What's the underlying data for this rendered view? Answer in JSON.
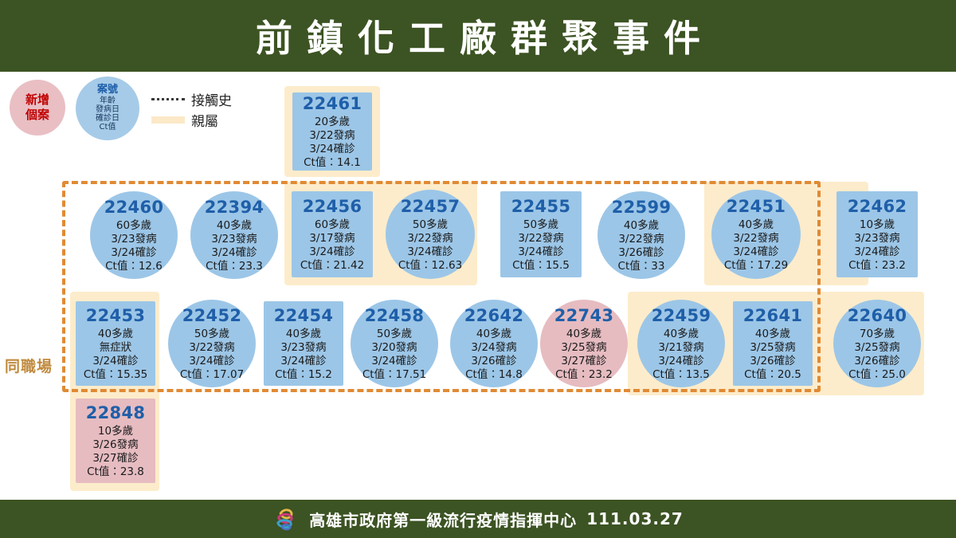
{
  "header": {
    "title": "前鎮化工廠群聚事件",
    "bg_color": "#3c5323"
  },
  "footer": {
    "org": "高雄市政府第一級流行疫情指揮中心",
    "date": "111.03.27",
    "logo": "kaohsiung-city-logo"
  },
  "legend": {
    "new_case": {
      "line1": "新增",
      "line2": "個案",
      "color": "#e9bfc4"
    },
    "case_key": {
      "id": "案號",
      "age": "年齡",
      "onset": "發病日",
      "confirm": "確診日",
      "ct": "Ct值",
      "color": "#a6cbe8"
    },
    "contact_history": "接觸史",
    "relative": "親屬",
    "relative_color": "#fce9c8",
    "contact_color": "#3a3a3a"
  },
  "groups": {
    "workplace_label": "同職場",
    "workplace_border_color": "#e08a34"
  },
  "colors": {
    "blue_case": "#9cc6e7",
    "pink_case": "#e6bcc1",
    "tan_family": "#fdeccb",
    "id_text": "#1f5fa9"
  },
  "chart_data": {
    "type": "diagram",
    "title": "前鎮化工廠群聚事件",
    "cases": [
      {
        "id": "22461",
        "age": "20多歲",
        "onset": "3/22發病",
        "confirm": "3/24確診",
        "ct": "Ct值：14.1",
        "shape": "square",
        "status": "existing"
      },
      {
        "id": "22460",
        "age": "60多歲",
        "onset": "3/23發病",
        "confirm": "3/24確診",
        "ct": "Ct值：12.6",
        "shape": "circle",
        "status": "existing"
      },
      {
        "id": "22394",
        "age": "40多歲",
        "onset": "3/23發病",
        "confirm": "3/24確診",
        "ct": "Ct值：23.3",
        "shape": "circle",
        "status": "existing"
      },
      {
        "id": "22456",
        "age": "60多歲",
        "onset": "3/17發病",
        "confirm": "3/24確診",
        "ct": "Ct值：21.42",
        "shape": "square",
        "status": "existing"
      },
      {
        "id": "22457",
        "age": "50多歲",
        "onset": "3/22發病",
        "confirm": "3/24確診",
        "ct": "Ct值：12.63",
        "shape": "circle",
        "status": "existing"
      },
      {
        "id": "22455",
        "age": "50多歲",
        "onset": "3/22發病",
        "confirm": "3/24確診",
        "ct": "Ct值：15.5",
        "shape": "square",
        "status": "existing"
      },
      {
        "id": "22599",
        "age": "40多歲",
        "onset": "3/22發病",
        "confirm": "3/26確診",
        "ct": "Ct值：33",
        "shape": "circle",
        "status": "existing"
      },
      {
        "id": "22451",
        "age": "40多歲",
        "onset": "3/22發病",
        "confirm": "3/24確診",
        "ct": "Ct值：17.29",
        "shape": "circle",
        "status": "existing"
      },
      {
        "id": "22462",
        "age": "10多歲",
        "onset": "3/23發病",
        "confirm": "3/24確診",
        "ct": "Ct值：23.2",
        "shape": "square",
        "status": "existing"
      },
      {
        "id": "22453",
        "age": "40多歲",
        "onset": "無症狀",
        "confirm": "3/24確診",
        "ct": "Ct值：15.35",
        "shape": "square",
        "status": "existing"
      },
      {
        "id": "22452",
        "age": "50多歲",
        "onset": "3/22發病",
        "confirm": "3/24確診",
        "ct": "Ct值：17.07",
        "shape": "circle",
        "status": "existing"
      },
      {
        "id": "22454",
        "age": "40多歲",
        "onset": "3/23發病",
        "confirm": "3/24確診",
        "ct": "Ct值：15.2",
        "shape": "square",
        "status": "existing"
      },
      {
        "id": "22458",
        "age": "50多歲",
        "onset": "3/20發病",
        "confirm": "3/24確診",
        "ct": "Ct值：17.51",
        "shape": "circle",
        "status": "existing"
      },
      {
        "id": "22642",
        "age": "40多歲",
        "onset": "3/24發病",
        "confirm": "3/26確診",
        "ct": "Ct值：14.8",
        "shape": "circle",
        "status": "existing"
      },
      {
        "id": "22743",
        "age": "40多歲",
        "onset": "3/25發病",
        "confirm": "3/27確診",
        "ct": "Ct值：23.2",
        "shape": "circle",
        "status": "new"
      },
      {
        "id": "22459",
        "age": "40多歲",
        "onset": "3/21發病",
        "confirm": "3/24確診",
        "ct": "Ct值：13.5",
        "shape": "circle",
        "status": "existing"
      },
      {
        "id": "22641",
        "age": "40多歲",
        "onset": "3/25發病",
        "confirm": "3/26確診",
        "ct": "Ct值：20.5",
        "shape": "square",
        "status": "existing"
      },
      {
        "id": "22640",
        "age": "70多歲",
        "onset": "3/25發病",
        "confirm": "3/26確診",
        "ct": "Ct值：25.0",
        "shape": "circle",
        "status": "existing"
      },
      {
        "id": "22848",
        "age": "10多歲",
        "onset": "3/26發病",
        "confirm": "3/27確診",
        "ct": "Ct值：23.8",
        "shape": "square",
        "status": "new"
      }
    ],
    "family_clusters": [
      [
        "22461"
      ],
      [
        "22456",
        "22457"
      ],
      [
        "22451",
        "22462"
      ],
      [
        "22453",
        "22848"
      ],
      [
        "22459",
        "22641",
        "22640"
      ]
    ],
    "workplace_cluster": [
      "22460",
      "22394",
      "22456",
      "22457",
      "22455",
      "22599",
      "22451",
      "22453",
      "22452",
      "22454",
      "22458",
      "22642",
      "22743",
      "22459",
      "22641",
      "22461"
    ]
  }
}
